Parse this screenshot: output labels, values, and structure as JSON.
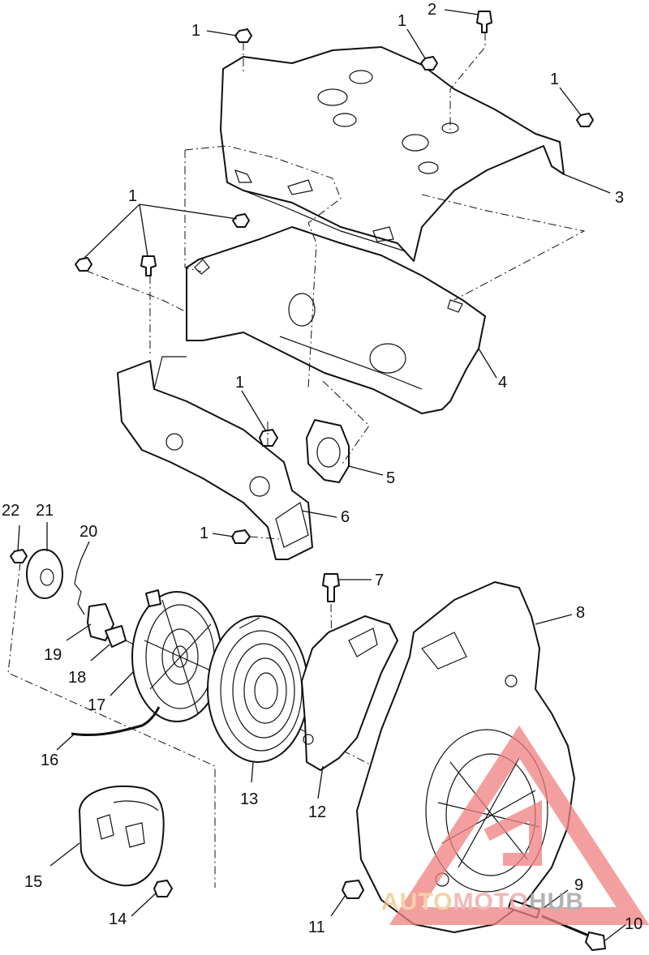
{
  "callouts": [
    {
      "id": "c1a",
      "text": "1"
    },
    {
      "id": "c1b",
      "text": "1"
    },
    {
      "id": "c2",
      "text": "2"
    },
    {
      "id": "c1c",
      "text": "1"
    },
    {
      "id": "c3",
      "text": "3"
    },
    {
      "id": "c1d",
      "text": "1"
    },
    {
      "id": "c4",
      "text": "4"
    },
    {
      "id": "c1e",
      "text": "1"
    },
    {
      "id": "c5",
      "text": "5"
    },
    {
      "id": "c6",
      "text": "6"
    },
    {
      "id": "c1f",
      "text": "1"
    },
    {
      "id": "c22",
      "text": "22"
    },
    {
      "id": "c21",
      "text": "21"
    },
    {
      "id": "c20",
      "text": "20"
    },
    {
      "id": "c7",
      "text": "7"
    },
    {
      "id": "c8",
      "text": "8"
    },
    {
      "id": "c19",
      "text": "19"
    },
    {
      "id": "c18",
      "text": "18"
    },
    {
      "id": "c17",
      "text": "17"
    },
    {
      "id": "c16",
      "text": "16"
    },
    {
      "id": "c13",
      "text": "13"
    },
    {
      "id": "c12",
      "text": "12"
    },
    {
      "id": "c15",
      "text": "15"
    },
    {
      "id": "c14",
      "text": "14"
    },
    {
      "id": "c11",
      "text": "11"
    },
    {
      "id": "c9",
      "text": "9"
    },
    {
      "id": "c10",
      "text": "10"
    }
  ],
  "watermark": {
    "prefix": "AUTO",
    "middle": "MOTO",
    "suffix": "HUB",
    "colors": {
      "prefix": "#f2c38a",
      "middle": "#f2a0a0",
      "suffix": "#9a9a9a",
      "triangle": "#f08080"
    }
  }
}
